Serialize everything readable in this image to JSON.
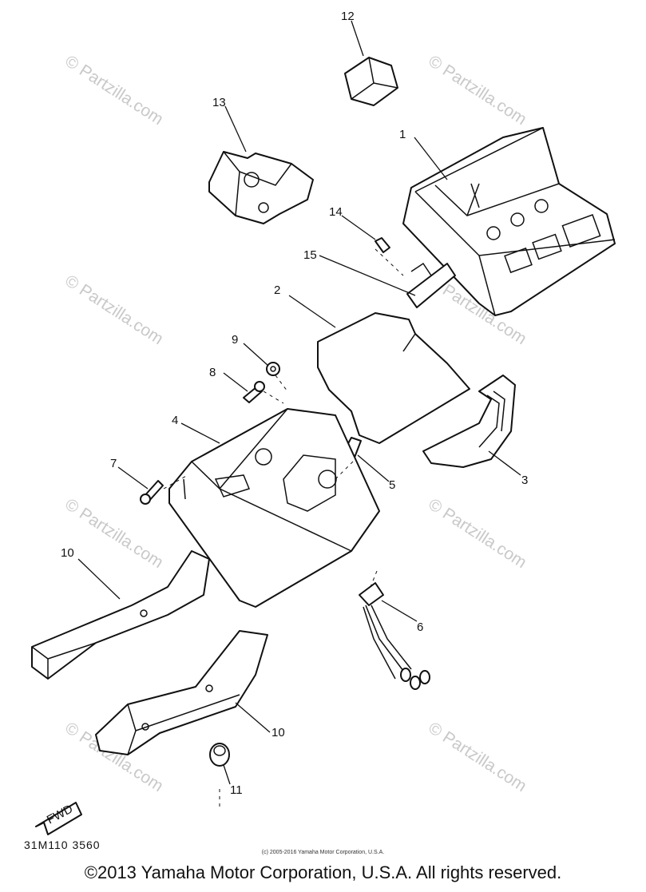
{
  "watermark": "© Partzilla.com",
  "callouts": {
    "c1": "1",
    "c2": "2",
    "c3": "3",
    "c4": "4",
    "c5": "5",
    "c6": "6",
    "c7": "7",
    "c8": "8",
    "c9": "9",
    "c10a": "10",
    "c10b": "10",
    "c11": "11",
    "c12": "12",
    "c13": "13",
    "c14": "14",
    "c15": "15"
  },
  "fwd_label": "FWD",
  "drawing_code": "31M110 3560",
  "small_copyright": "(c) 2005-2016 Yamaha Motor Corporation, U.S.A.",
  "copyright": "©2013 Yamaha Motor Corporation, U.S.A. All rights reserved."
}
